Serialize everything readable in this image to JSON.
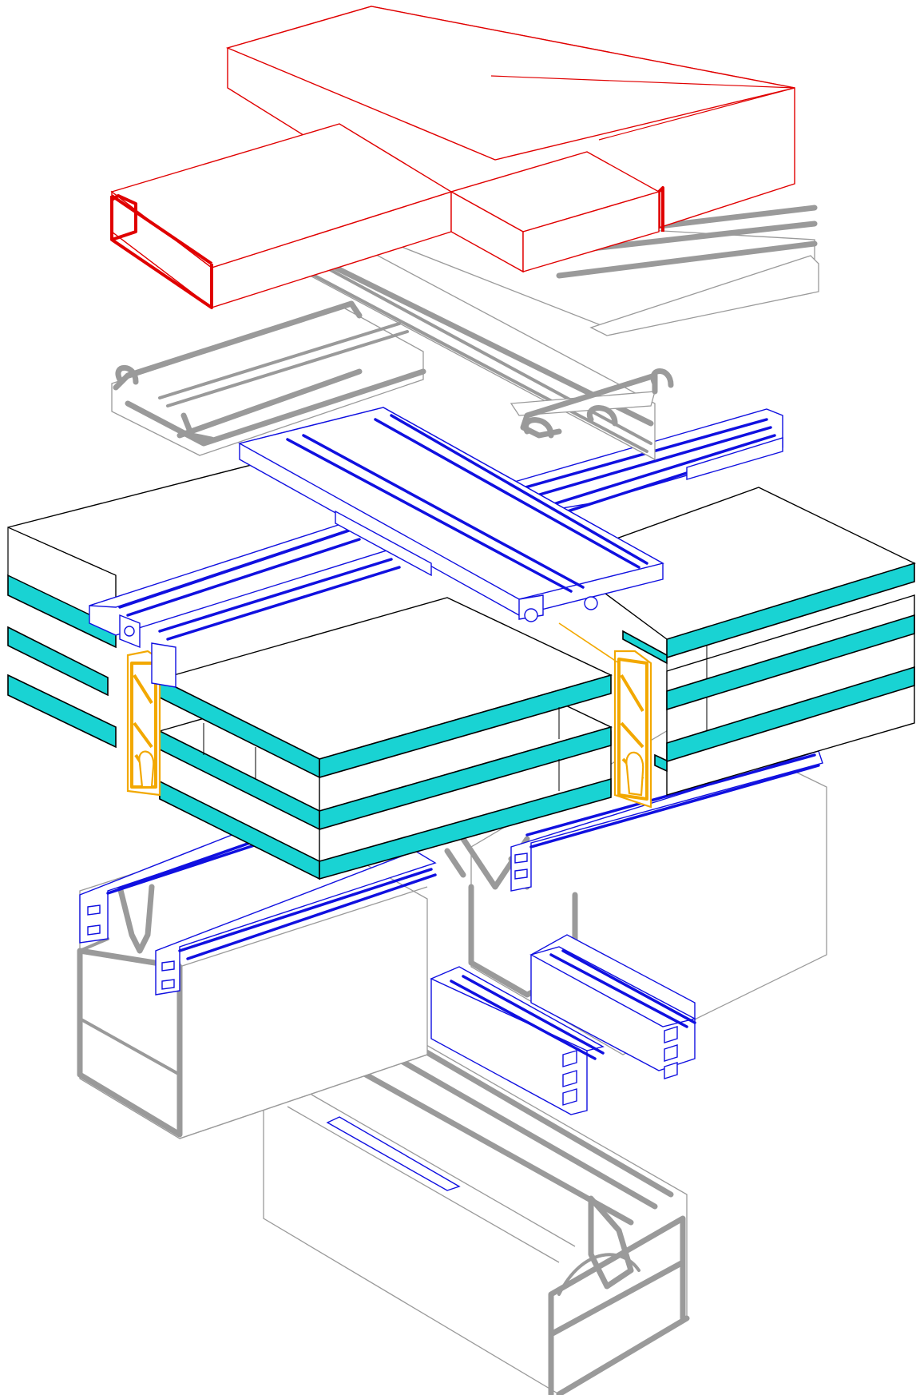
{
  "diagram": {
    "type": "exploded isometric glazing system",
    "colors": {
      "cover_cap": "#e00000",
      "aluminium_profile": "#9a9a9a",
      "gasket": "#1010e0",
      "spacer": "#f2a800",
      "glass_edge": "#19d3d3",
      "outline": "#000000",
      "background": "#ffffff"
    },
    "components": [
      {
        "id": "cover-cap",
        "color_key": "cover_cap"
      },
      {
        "id": "pressure-plate",
        "color_key": "aluminium_profile"
      },
      {
        "id": "outer-gasket",
        "color_key": "gasket"
      },
      {
        "id": "triple-glazing-panels",
        "color_key": "glass_edge"
      },
      {
        "id": "edge-spacer",
        "color_key": "spacer"
      },
      {
        "id": "inner-gasket",
        "color_key": "gasket"
      },
      {
        "id": "mullion-transom-frame",
        "color_key": "aluminium_profile"
      }
    ]
  }
}
